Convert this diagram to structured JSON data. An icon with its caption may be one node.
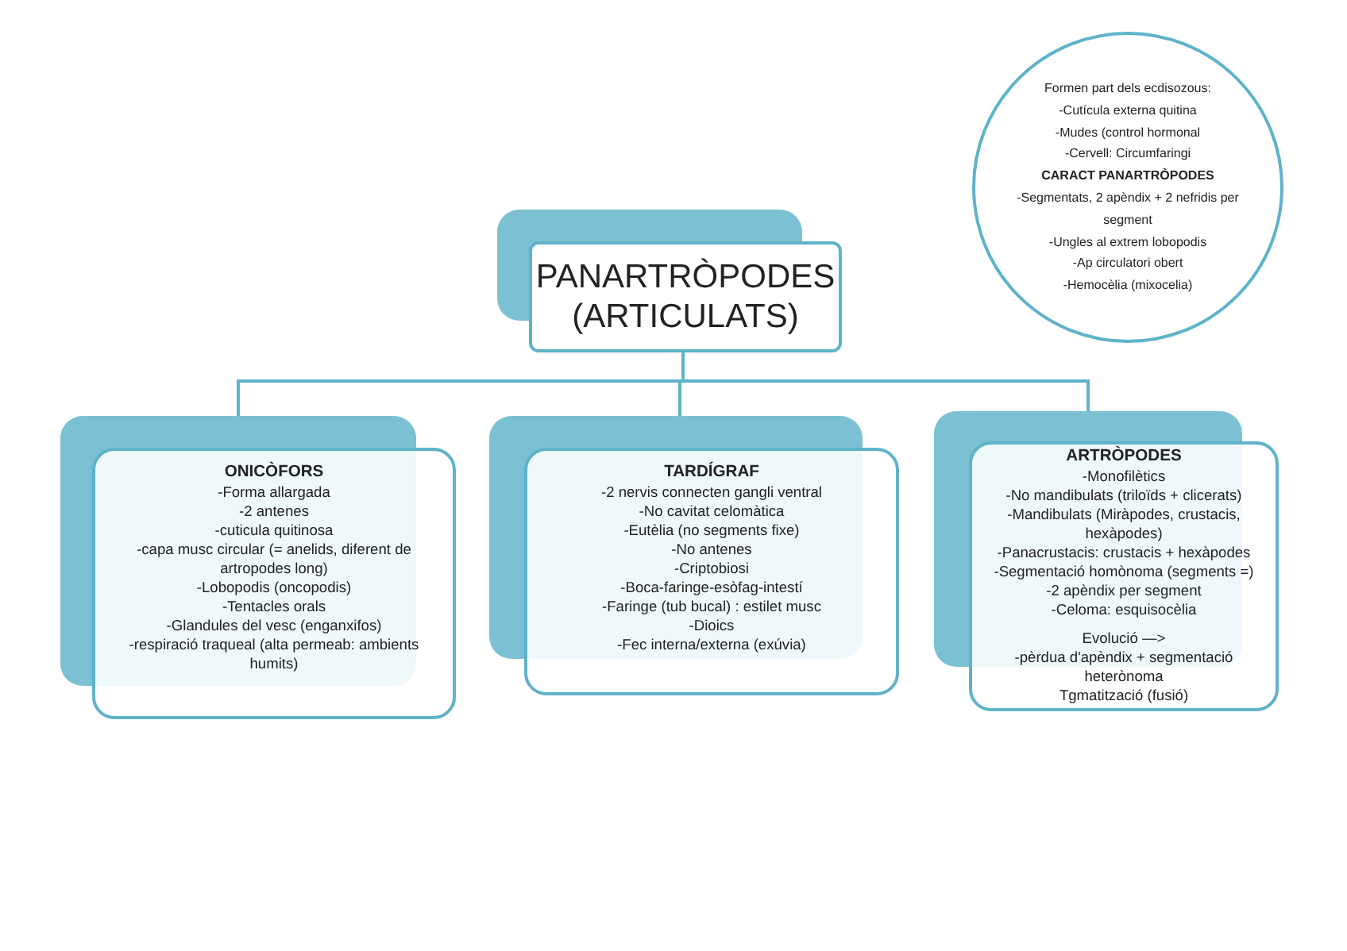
{
  "diagram": {
    "nodes": [
      {
        "text": [
          "PANARTRÒPODES (ARTICULATS)"
        ]
      },
      {
        "text": [
          "ONICÒFORS",
          "-Forma allargada",
          "-2 antenes",
          "-cuticula quitinosa",
          "-capa musc circular (= anelids, diferent de artropodes long)",
          "-Lobopodis (oncopodis)",
          "-Tentacles orals",
          "-Glandules del vesc (enganxifos)",
          "-respiració traqueal (alta permeab: ambients humits)"
        ]
      },
      {
        "text": [
          "TARDÍGRAF",
          "-2 nervis connecten gangli ventral",
          "-No cavitat celomàtica",
          "-Eutèlia (no segments fixe)",
          "-No antenes",
          "-Criptobiosi",
          "-Boca-faringe-esòfag-intestí",
          "-Faringe (tub bucal) : estilet musc",
          "-Dioics",
          "-Fec interna/externa (exúvia)"
        ]
      },
      {
        "text": [
          "ARTRÒPODES",
          "-Monofilètics",
          "-No mandibulats (triloïds + clicerats)",
          "-Mandibulats (Miràpodes, crustacis, hexàpodes)",
          "-Panacrustacis: crustacis + hexàpodes",
          "-Segmentació homònoma (segments =)",
          "-2 apèndix per segment",
          "-Celoma: esquisocèlia",
          "Evolució —>",
          "-pèrdua d'apèndix + segmentació heterònoma",
          "Tgmatització (fusió)"
        ]
      },
      {
        "text": [
          "Formen part dels ecdisozous:",
          "-Cutícula externa quitina",
          "-Mudes (control hormonal",
          "-Cervell: Circumfaringi",
          "CARACT PANARTRÒPODES",
          "-Segmentats, 2 apèndix + 2 nefridis per segment",
          "-Ungles al extrem lobopodis",
          "-Ap circulatori obert",
          "-Hemocèlia (mixocelia)"
        ]
      }
    ],
    "edges": [
      {
        "from": 0,
        "to": 1,
        "arrow": "none"
      },
      {
        "from": 0,
        "to": 2,
        "arrow": "none"
      },
      {
        "from": 0,
        "to": 3,
        "arrow": "none"
      }
    ]
  }
}
